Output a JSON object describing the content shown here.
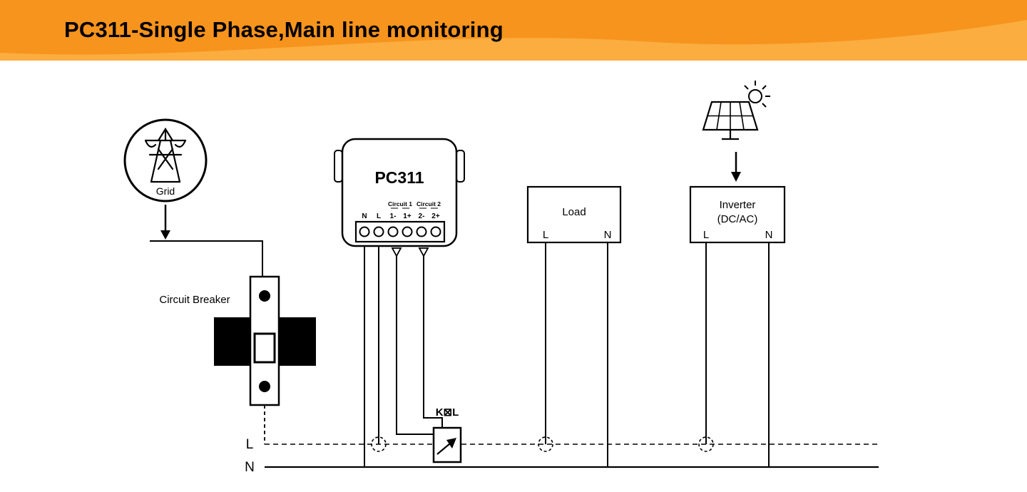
{
  "theme": {
    "header-bg": "#F7941D",
    "header-accent": "#FBAD3F",
    "line-color": "#000000"
  },
  "header": {
    "title": "PC311-Single Phase,Main line monitoring"
  },
  "diagram": {
    "grid": {
      "label": "Grid"
    },
    "circuit_breaker": {
      "label": "Circuit Breaker"
    },
    "device": {
      "name": "PC311",
      "groups": [
        "Circuit 1",
        "Circuit 2"
      ],
      "terminals": [
        "N",
        "L",
        "1-",
        "1+",
        "2-",
        "2+"
      ]
    },
    "ct": {
      "label": "K⊠L"
    },
    "load": {
      "label": "Load",
      "terminal_l": "L",
      "terminal_n": "N"
    },
    "inverter": {
      "label": "Inverter",
      "sublabel": "(DC/AC)",
      "terminal_l": "L",
      "terminal_n": "N"
    },
    "rails": {
      "live": "L",
      "neutral": "N"
    }
  }
}
